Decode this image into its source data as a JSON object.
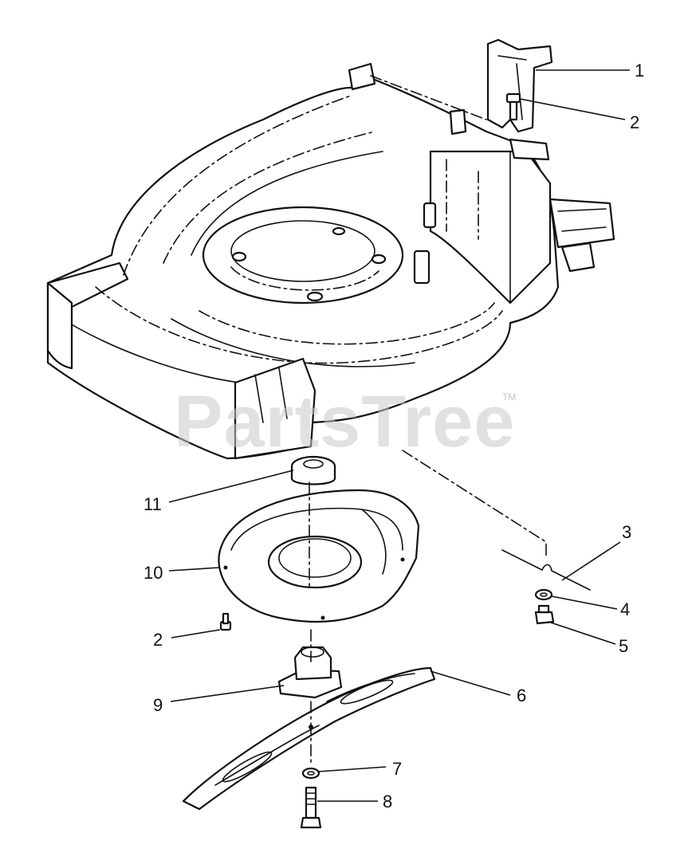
{
  "watermark": {
    "text": "PartsTree",
    "trademark": "TM"
  },
  "callouts": [
    {
      "label": "1"
    },
    {
      "label": "2"
    },
    {
      "label": "3"
    },
    {
      "label": "4"
    },
    {
      "label": "5"
    },
    {
      "label": "6"
    },
    {
      "label": "7"
    },
    {
      "label": "8"
    },
    {
      "label": "9"
    },
    {
      "label": "10"
    },
    {
      "label": "2"
    },
    {
      "label": "11"
    }
  ]
}
